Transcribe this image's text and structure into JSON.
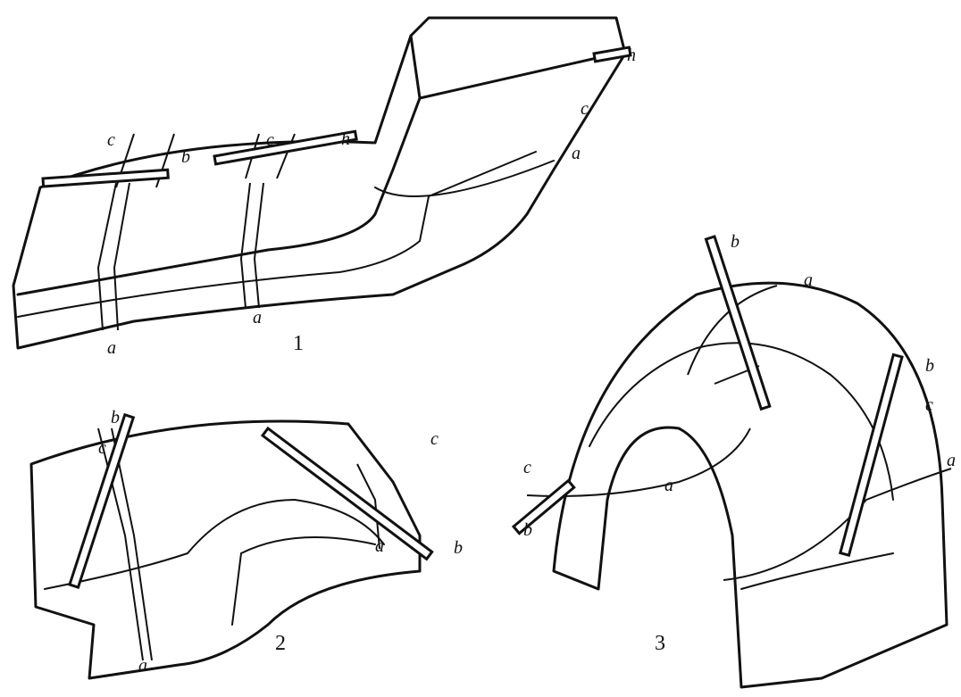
{
  "figures": [
    {
      "number": "1",
      "labels": [
        "c",
        "b",
        "c",
        "h",
        "h",
        "c",
        "a",
        "a",
        "a"
      ]
    },
    {
      "number": "2",
      "labels": [
        "b",
        "c",
        "c",
        "a",
        "b",
        "a"
      ]
    },
    {
      "number": "3",
      "labels": [
        "b",
        "a",
        "b",
        "c",
        "a",
        "a",
        "c",
        "b"
      ]
    }
  ]
}
